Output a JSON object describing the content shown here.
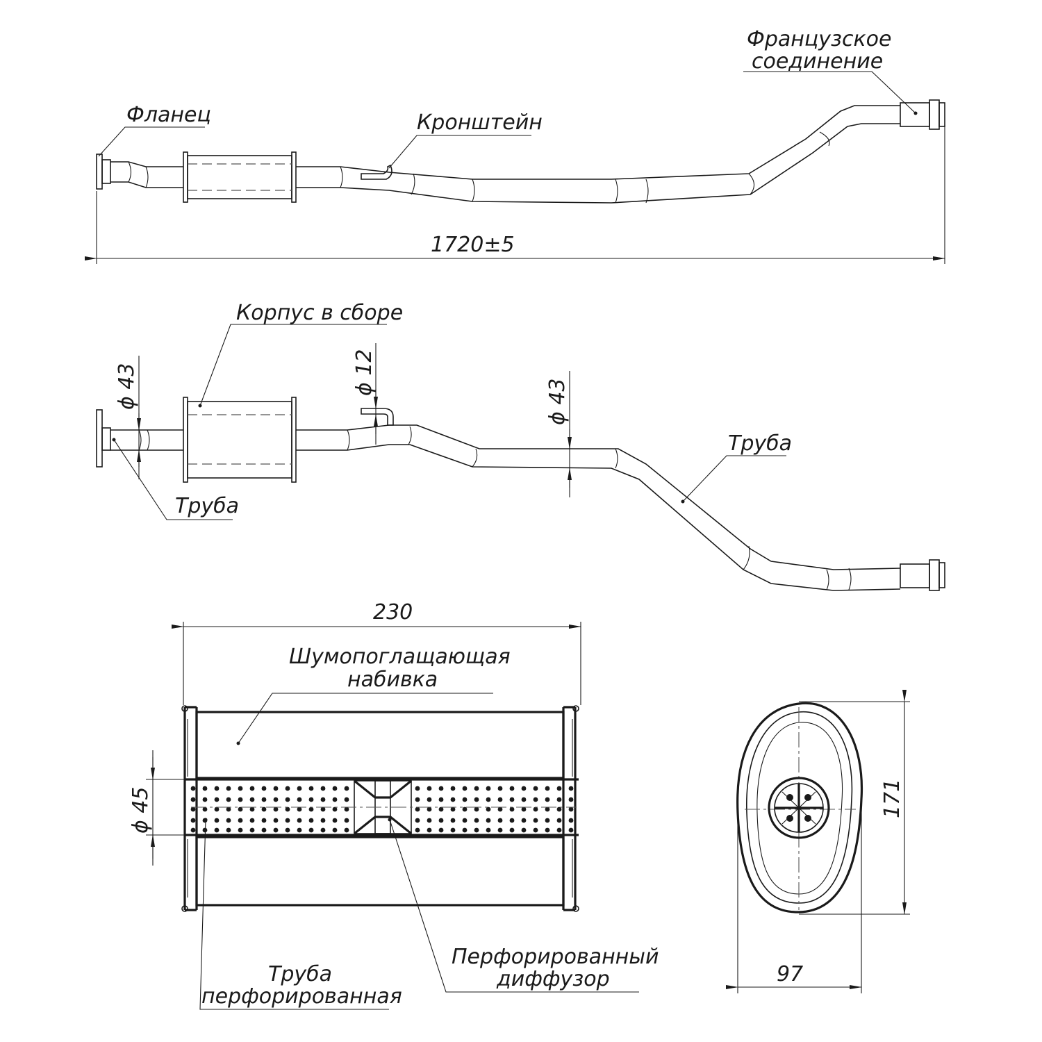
{
  "labels": {
    "french_joint_1": "Французское",
    "french_joint_2": "соединение",
    "flange": "Фланец",
    "bracket": "Кронштейн",
    "housing": "Корпус в сборе",
    "pipe_left": "Труба",
    "pipe_right": "Труба",
    "sound_absorb_1": "Шумопоглащающая",
    "sound_absorb_2": "набивка",
    "perf_pipe_1": "Труба",
    "perf_pipe_2": "перфорированная",
    "perf_diffuser_1": "Перфорированный",
    "perf_diffuser_2": "диффузор"
  },
  "dimensions": {
    "total_length": "1720±5",
    "pipe_dia_left": "ϕ 43",
    "bracket_dia": "ϕ 12",
    "pipe_dia_mid": "ϕ 43",
    "muffler_length": "230",
    "inner_pipe_dia": "ϕ 45",
    "muffler_height": "171",
    "muffler_width": "97"
  }
}
